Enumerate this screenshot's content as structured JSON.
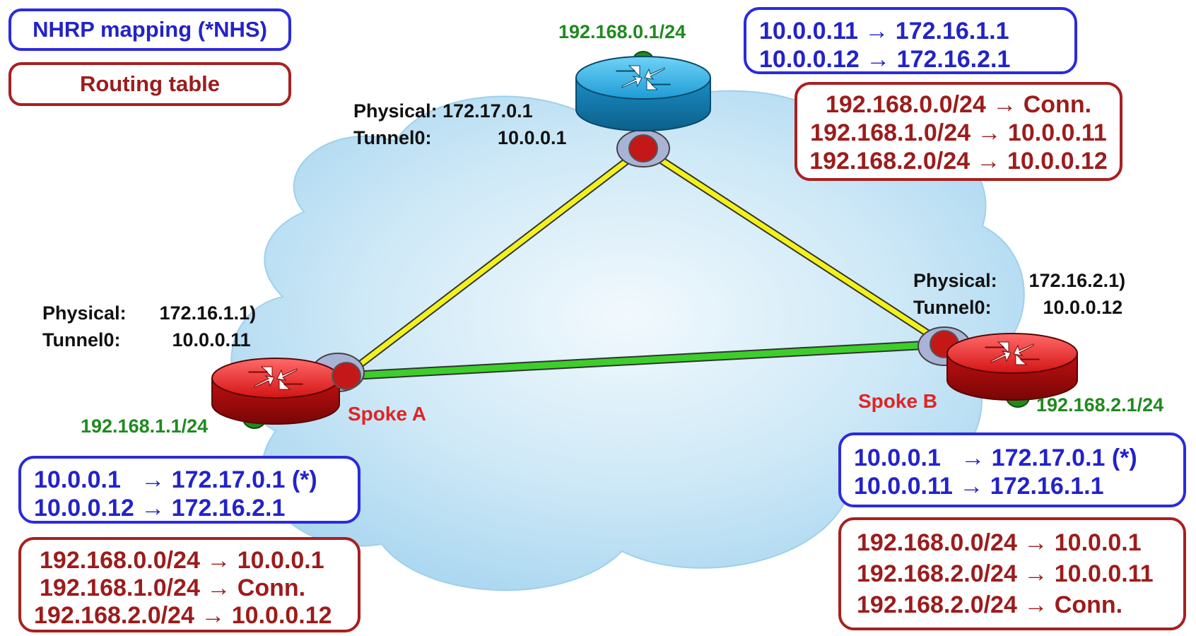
{
  "legend": {
    "nhrp": "NHRP mapping (*NHS)",
    "routing": "Routing table"
  },
  "hub": {
    "lan": "192.168.0.1/24",
    "physical_label": "Physical:",
    "physical_ip": "172.17.0.1",
    "tunnel_label": "Tunnel0:",
    "tunnel_ip": "10.0.0.1",
    "nhrp": [
      "10.0.0.11 → 172.16.1.1",
      "10.0.0.12 → 172.16.2.1"
    ],
    "routes": [
      "192.168.0.0/24 → Conn.",
      "192.168.1.0/24 → 10.0.0.11",
      "192.168.2.0/24 → 10.0.0.12"
    ]
  },
  "spoke_a": {
    "name": "Spoke A",
    "lan": "192.168.1.1/24",
    "physical_label": "Physical:",
    "physical_ip": "172.16.1.1)",
    "tunnel_label": "Tunnel0:",
    "tunnel_ip": "10.0.0.11",
    "nhrp": [
      "10.0.0.1   → 172.17.0.1 (*)",
      "10.0.0.12 → 172.16.2.1"
    ],
    "routes": [
      "192.168.0.0/24 → 10.0.0.1",
      "192.168.1.0/24 → Conn.",
      "192.168.2.0/24 → 10.0.0.12"
    ]
  },
  "spoke_b": {
    "name": "Spoke B",
    "lan": "192.168.2.1/24",
    "physical_label": "Physical:",
    "physical_ip": "172.16.2.1)",
    "tunnel_label": "Tunnel0:",
    "tunnel_ip": "10.0.0.12",
    "nhrp": [
      "10.0.0.1   → 172.17.0.1 (*)",
      "10.0.0.11 → 172.16.1.1"
    ],
    "routes": [
      "192.168.0.0/24 → 10.0.0.1",
      "192.168.2.0/24 → 10.0.0.11",
      "192.168.2.0/24 → Conn."
    ]
  },
  "colors": {
    "nhrp": "#2b2bdc",
    "routing": "#a82020",
    "hub_tunnel": "#f2f21a",
    "spoke_tunnel": "#3ccf2a",
    "lan": "#1f8a1f",
    "spoke_router": "#e02020",
    "hub_router": "#29a9e0",
    "cloud": "#bde3f5"
  }
}
